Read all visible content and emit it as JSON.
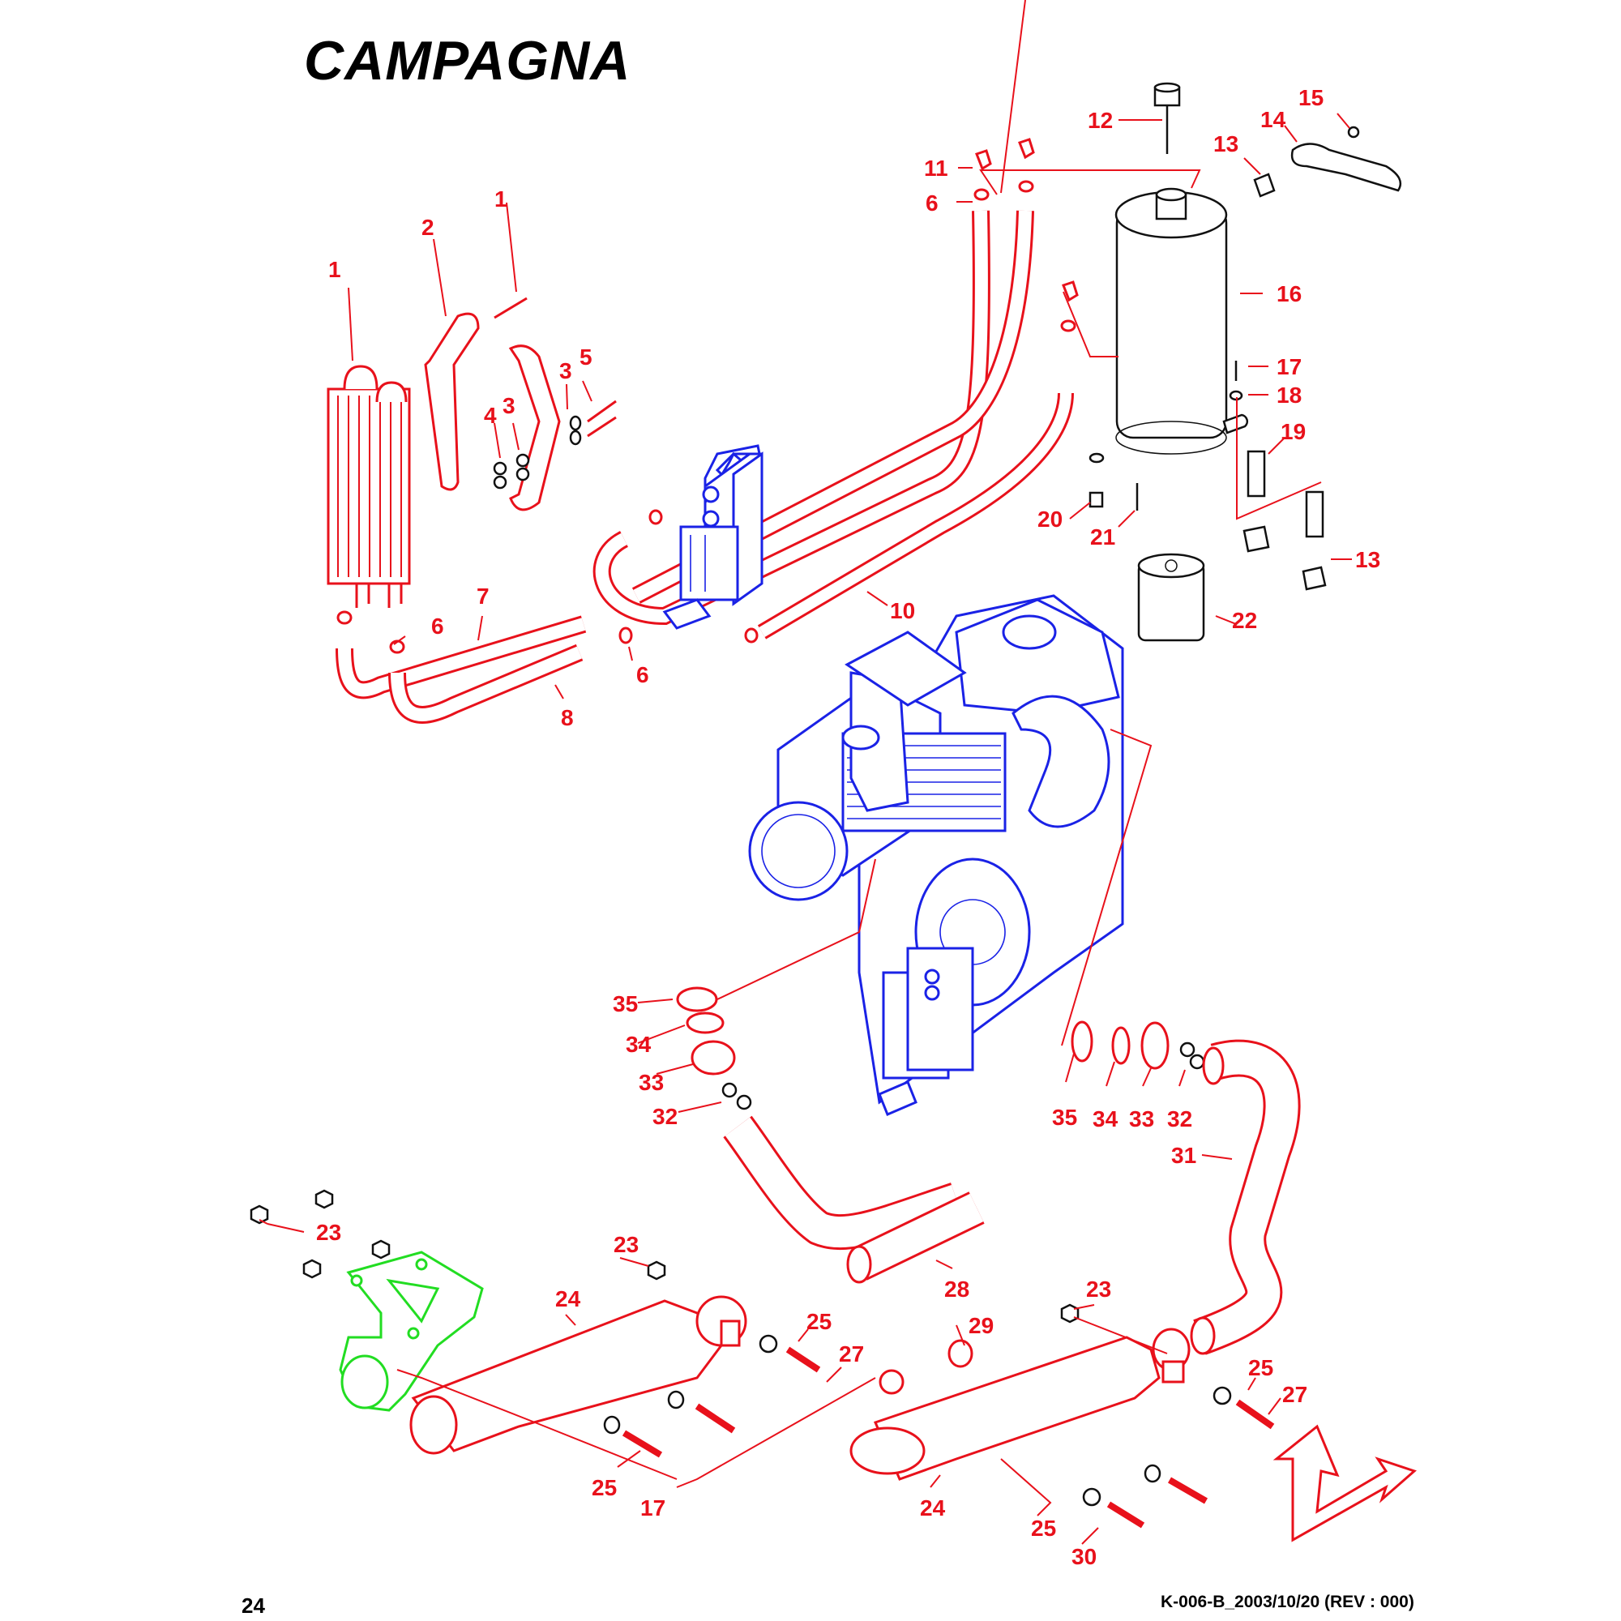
{
  "brand": "CAMPAGNA",
  "page_number": "24",
  "document_reference": "K-006-B_2003/10/20 (REV : 000)",
  "colors": {
    "parts_outline": "#e8111b",
    "engine_outline": "#1a22e6",
    "bracket_outline": "#22dd22",
    "callout_text": "#e8111b"
  },
  "callouts": [
    {
      "id": "c1a",
      "label": "1"
    },
    {
      "id": "c1b",
      "label": "1"
    },
    {
      "id": "c2",
      "label": "2"
    },
    {
      "id": "c3a",
      "label": "3"
    },
    {
      "id": "c3b",
      "label": "3"
    },
    {
      "id": "c4",
      "label": "4"
    },
    {
      "id": "c5",
      "label": "5"
    },
    {
      "id": "c6a",
      "label": "6"
    },
    {
      "id": "c6b",
      "label": "6"
    },
    {
      "id": "c6c",
      "label": "6"
    },
    {
      "id": "c7",
      "label": "7"
    },
    {
      "id": "c8",
      "label": "8"
    },
    {
      "id": "c10",
      "label": "10"
    },
    {
      "id": "c11",
      "label": "11"
    },
    {
      "id": "c12",
      "label": "12"
    },
    {
      "id": "c13a",
      "label": "13"
    },
    {
      "id": "c13b",
      "label": "13"
    },
    {
      "id": "c14",
      "label": "14"
    },
    {
      "id": "c15",
      "label": "15"
    },
    {
      "id": "c16",
      "label": "16"
    },
    {
      "id": "c17a",
      "label": "17"
    },
    {
      "id": "c17b",
      "label": "17"
    },
    {
      "id": "c18",
      "label": "18"
    },
    {
      "id": "c19",
      "label": "19"
    },
    {
      "id": "c20",
      "label": "20"
    },
    {
      "id": "c21",
      "label": "21"
    },
    {
      "id": "c22",
      "label": "22"
    },
    {
      "id": "c23a",
      "label": "23"
    },
    {
      "id": "c23b",
      "label": "23"
    },
    {
      "id": "c23c",
      "label": "23"
    },
    {
      "id": "c24a",
      "label": "24"
    },
    {
      "id": "c24b",
      "label": "24"
    },
    {
      "id": "c25a",
      "label": "25"
    },
    {
      "id": "c25b",
      "label": "25"
    },
    {
      "id": "c25c",
      "label": "25"
    },
    {
      "id": "c25d",
      "label": "25"
    },
    {
      "id": "c27a",
      "label": "27"
    },
    {
      "id": "c27b",
      "label": "27"
    },
    {
      "id": "c28",
      "label": "28"
    },
    {
      "id": "c29",
      "label": "29"
    },
    {
      "id": "c30",
      "label": "30"
    },
    {
      "id": "c31",
      "label": "31"
    },
    {
      "id": "c32a",
      "label": "32"
    },
    {
      "id": "c32b",
      "label": "32"
    },
    {
      "id": "c33a",
      "label": "33"
    },
    {
      "id": "c33b",
      "label": "33"
    },
    {
      "id": "c34a",
      "label": "34"
    },
    {
      "id": "c34b",
      "label": "34"
    },
    {
      "id": "c35a",
      "label": "35"
    },
    {
      "id": "c35b",
      "label": "35"
    }
  ]
}
